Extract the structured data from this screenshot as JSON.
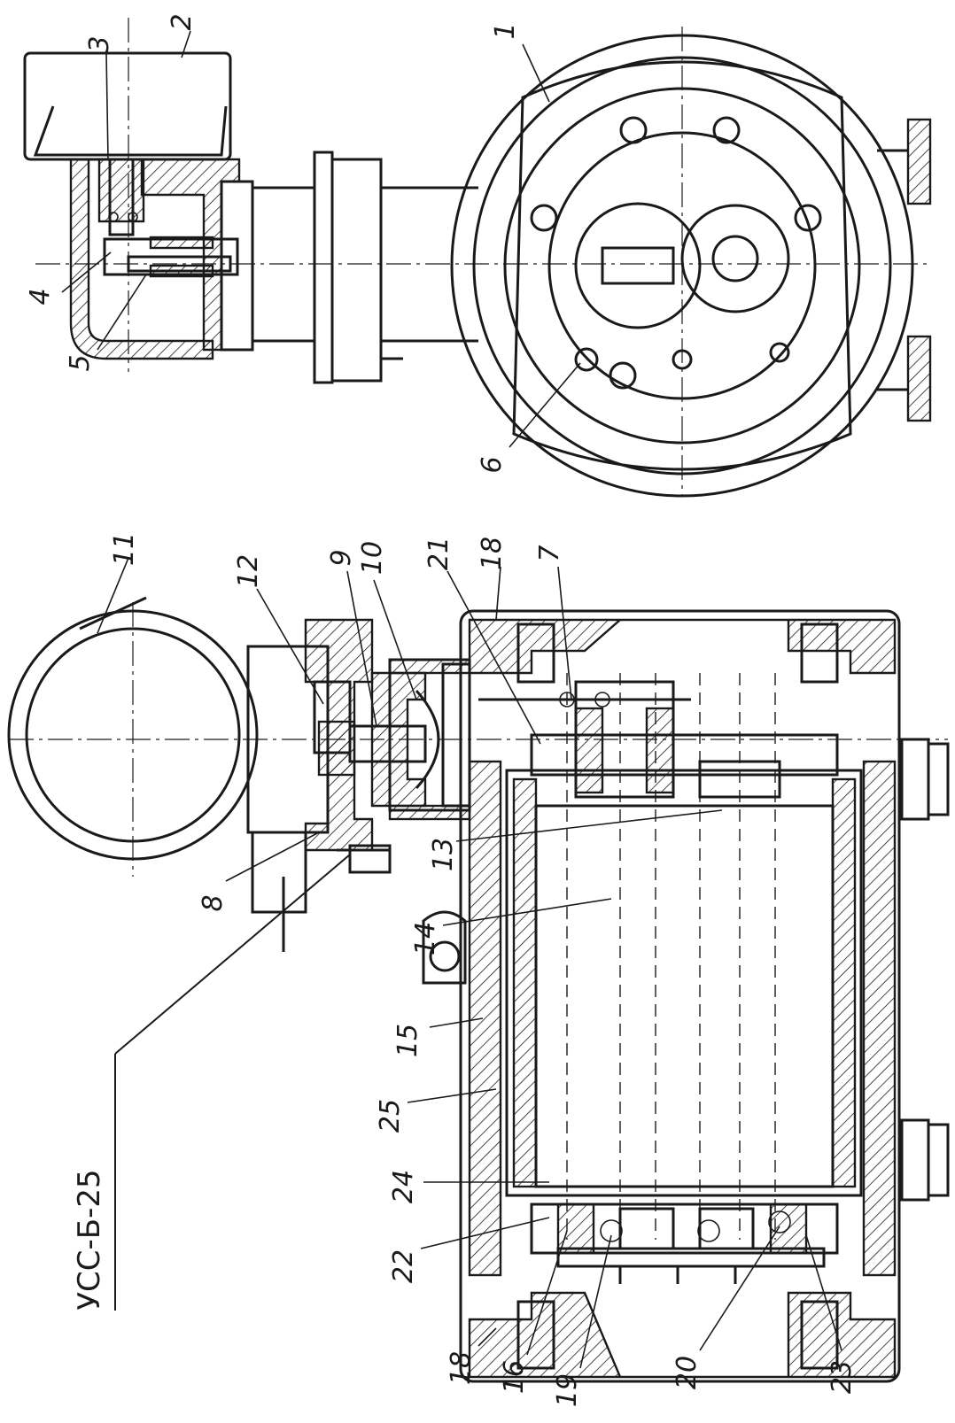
{
  "drawing": {
    "title_stamp": "УСС-Б-25",
    "callouts": {
      "c1": "1",
      "c2": "2",
      "c3": "3",
      "c4": "4",
      "c5": "5",
      "c6": "6",
      "c7": "7",
      "c8": "8",
      "c9": "9",
      "c10": "10",
      "c11": "11",
      "c12": "12",
      "c13": "13",
      "c14": "14",
      "c15": "15",
      "c16": "16",
      "c18a": "18",
      "c18b": "18",
      "c19": "19",
      "c20": "20",
      "c21": "21",
      "c22": "22",
      "c23": "23",
      "c24": "24",
      "c25": "25"
    }
  }
}
